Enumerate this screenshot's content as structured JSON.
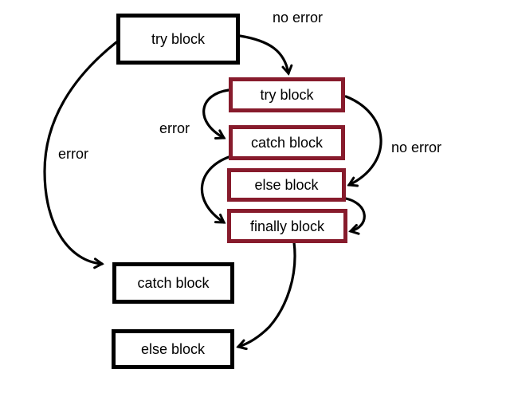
{
  "diagram": {
    "colors": {
      "background": "#FFFFFF",
      "box_black": "#000000",
      "box_red": "#871B2C",
      "arrow": "#000000",
      "text": "#000000"
    },
    "boxes": [
      {
        "label": "try block"
      },
      {
        "label": "try block"
      },
      {
        "label": "catch block"
      },
      {
        "label": "else block"
      },
      {
        "label": "finally block"
      },
      {
        "label": "catch block"
      },
      {
        "label": "else block"
      }
    ],
    "edge_labels": [
      {
        "text": "no error"
      },
      {
        "text": "error"
      },
      {
        "text": "error"
      },
      {
        "text": "no error"
      }
    ]
  }
}
